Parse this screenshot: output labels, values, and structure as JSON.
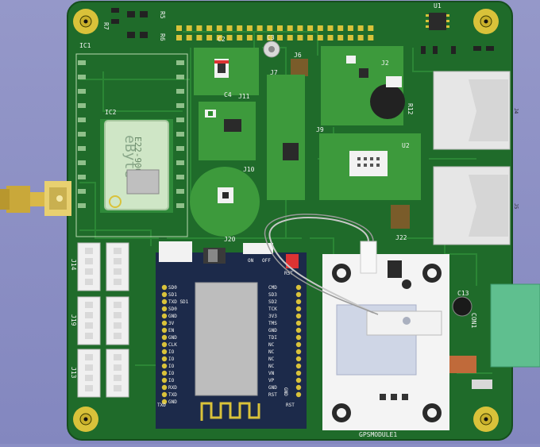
{
  "board": {
    "colors": {
      "background": "#8a8ec4",
      "pcb": "#1f6b2a",
      "pcb_trace": "#2d8a37",
      "pad_gold": "#d9c23a",
      "module_green": "#3d9a3c",
      "white": "#f2f2f2",
      "esp_blue": "#1c2a4a",
      "connector_teal": "#5fbf8f"
    },
    "refs": {
      "ic1": "IC1",
      "r7": "R7",
      "r5": "R5",
      "r6": "R6",
      "u1": "U1",
      "c2": "C2",
      "c3": "C3",
      "j6": "J6",
      "j7": "J7",
      "j2": "J2",
      "j11": "J11",
      "ic2": "IC2",
      "c4": "C4",
      "j9": "J9",
      "u2": "U2",
      "r12": "R12",
      "j4": "J4",
      "j5": "J5",
      "j10": "J10",
      "j20": "J20",
      "j22": "J22",
      "j14": "J14",
      "j19": "J19",
      "j13": "J13",
      "c13": "C13",
      "con1": "CON1",
      "gps": "GPSMODULE1"
    },
    "module_text": {
      "ebyte_logo": "eByte",
      "ebyte_model": "E22-900",
      "switch_on": "ON",
      "switch_off": "OFF",
      "rst": "RST"
    },
    "esp_left_pins": [
      "SD0",
      "SD1",
      "TXD SD1",
      "SD0",
      "GND",
      "3V",
      "EN",
      "GND",
      "CLK",
      "IO",
      "IO",
      "IO",
      "IO",
      "IO",
      "RXD",
      "TXD",
      "GND"
    ],
    "esp_right_pins": [
      "CMD",
      "SD3",
      "SD2",
      "TCK",
      "3V3",
      "TMS",
      "GND",
      "TDI",
      "NC",
      "NC",
      "NC",
      "NC",
      "VN",
      "VP",
      "GND",
      "RST"
    ],
    "esp_labels": {
      "bottom_left": "TXD",
      "bottom_right": "RST",
      "right_bottom": "GND"
    }
  }
}
